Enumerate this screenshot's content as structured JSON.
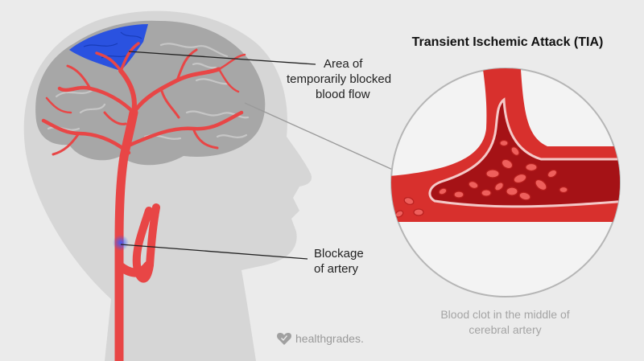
{
  "title": "Transient Ischemic Attack (TIA)",
  "labels": {
    "area_line1": "Area of",
    "area_line2": "temporarily blocked",
    "area_line3": "blood flow",
    "blockage_line1": "Blockage",
    "blockage_line2": "of artery"
  },
  "caption": {
    "line1": "Blood clot in the middle of",
    "line2": "cerebral artery"
  },
  "brand": {
    "name": "healthgrades.",
    "icon": "heart-check-icon"
  },
  "colors": {
    "background": "#ebebeb",
    "head": "#d5d5d5",
    "brain": "#a8a8a8",
    "artery": "#e84848",
    "blocked_area": "#2855e6"
  }
}
